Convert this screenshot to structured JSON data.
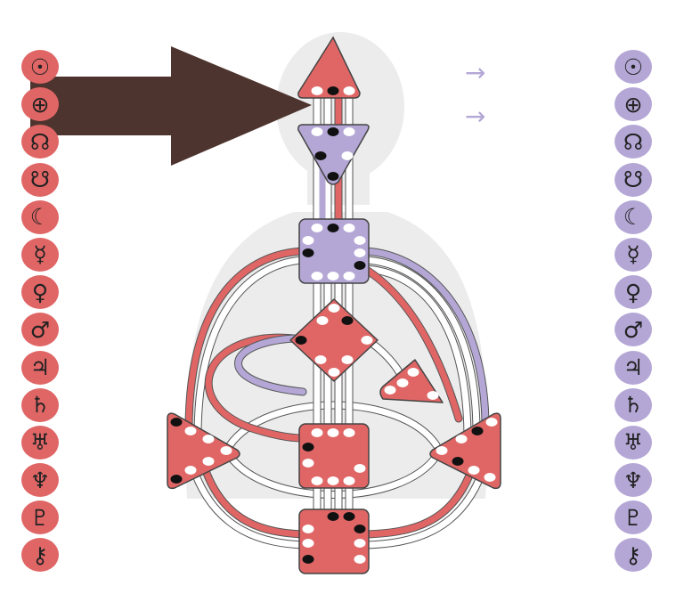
{
  "left_column": {
    "color": "#e06666",
    "planets": [
      {
        "glyph": "☉",
        "icon": "sun-icon"
      },
      {
        "glyph": "⊕",
        "icon": "earth-icon"
      },
      {
        "glyph": "☊",
        "icon": "north-node-icon"
      },
      {
        "glyph": "☋",
        "icon": "south-node-icon"
      },
      {
        "glyph": "☾",
        "icon": "moon-icon"
      },
      {
        "glyph": "☿",
        "icon": "mercury-icon"
      },
      {
        "glyph": "♀",
        "icon": "venus-icon"
      },
      {
        "glyph": "♂",
        "icon": "mars-icon"
      },
      {
        "glyph": "♃",
        "icon": "jupiter-icon"
      },
      {
        "glyph": "♄",
        "icon": "saturn-icon"
      },
      {
        "glyph": "♅",
        "icon": "uranus-icon"
      },
      {
        "glyph": "♆",
        "icon": "neptune-icon"
      },
      {
        "glyph": "♇",
        "icon": "pluto-icon"
      },
      {
        "glyph": "⚷",
        "icon": "chiron-icon"
      }
    ]
  },
  "right_column": {
    "color": "#b4a7d6",
    "planets": [
      {
        "glyph": "☉",
        "icon": "sun-icon"
      },
      {
        "glyph": "⊕",
        "icon": "earth-icon"
      },
      {
        "glyph": "☊",
        "icon": "north-node-icon"
      },
      {
        "glyph": "☋",
        "icon": "south-node-icon"
      },
      {
        "glyph": "☾",
        "icon": "moon-icon"
      },
      {
        "glyph": "☿",
        "icon": "mercury-icon"
      },
      {
        "glyph": "♀",
        "icon": "venus-icon"
      },
      {
        "glyph": "♂",
        "icon": "mars-icon"
      },
      {
        "glyph": "♃",
        "icon": "jupiter-icon"
      },
      {
        "glyph": "♄",
        "icon": "saturn-icon"
      },
      {
        "glyph": "♅",
        "icon": "uranus-icon"
      },
      {
        "glyph": "♆",
        "icon": "neptune-icon"
      },
      {
        "glyph": "♇",
        "icon": "pluto-icon"
      },
      {
        "glyph": "⚷",
        "icon": "chiron-icon"
      }
    ]
  },
  "arrows": [
    {
      "glyph": "→",
      "icon": "right-arrow-icon"
    },
    {
      "glyph": "→",
      "icon": "right-arrow-icon"
    }
  ],
  "colors": {
    "design_red": "#e06666",
    "personality_purple": "#b4a7d6",
    "silhouette": "#ececec",
    "annotation_arrow": "#4e342e"
  },
  "centers": [
    {
      "name": "head-center",
      "shape": "triangle-up",
      "color": "red"
    },
    {
      "name": "ajna-center",
      "shape": "triangle-down",
      "color": "purple"
    },
    {
      "name": "throat-center",
      "shape": "square",
      "color": "purple"
    },
    {
      "name": "g-center",
      "shape": "diamond",
      "color": "red"
    },
    {
      "name": "heart-center",
      "shape": "triangle",
      "color": "red"
    },
    {
      "name": "spleen-center",
      "shape": "triangle",
      "color": "red"
    },
    {
      "name": "solar-plexus-center",
      "shape": "triangle",
      "color": "red"
    },
    {
      "name": "sacral-center",
      "shape": "square",
      "color": "red"
    },
    {
      "name": "root-center",
      "shape": "square",
      "color": "red"
    }
  ]
}
